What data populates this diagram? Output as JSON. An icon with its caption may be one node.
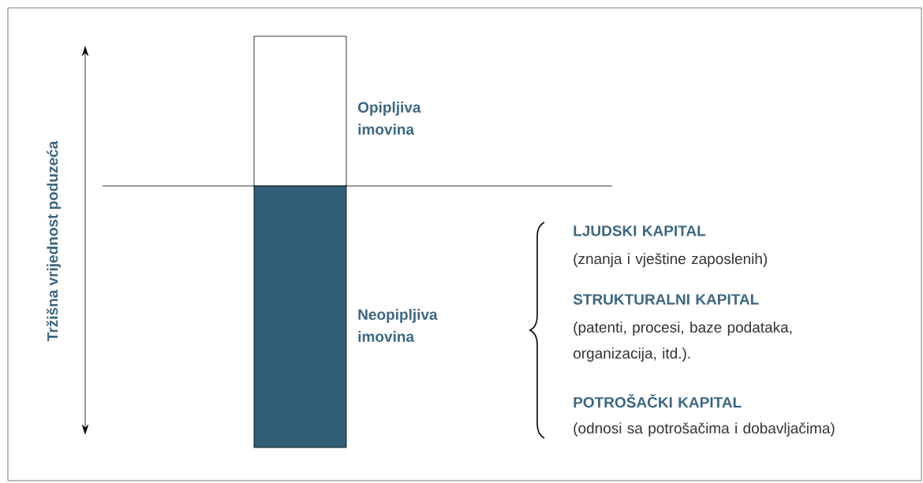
{
  "diagram": {
    "nodes": [
      {
        "text": [],
        "shape": "box",
        "beside": [
          "Opipljiva imovina"
        ]
      },
      {
        "text": [],
        "shape": "box",
        "beside": [
          "Neopipljiva imovina"
        ]
      }
    ],
    "labels": [
      "Tržišna vrijednost poduzeća",
      "LJUDSKI KAPITAL",
      "(znanja i vještine zaposlenih)",
      "STRUKTURALNI KAPITAL",
      "(patenti, procesi, baze podataka, organizacija, itd.).",
      "POTROŠAČKI KAPITAL",
      "(odnosi sa potrošačima i dobavljačima)"
    ]
  }
}
